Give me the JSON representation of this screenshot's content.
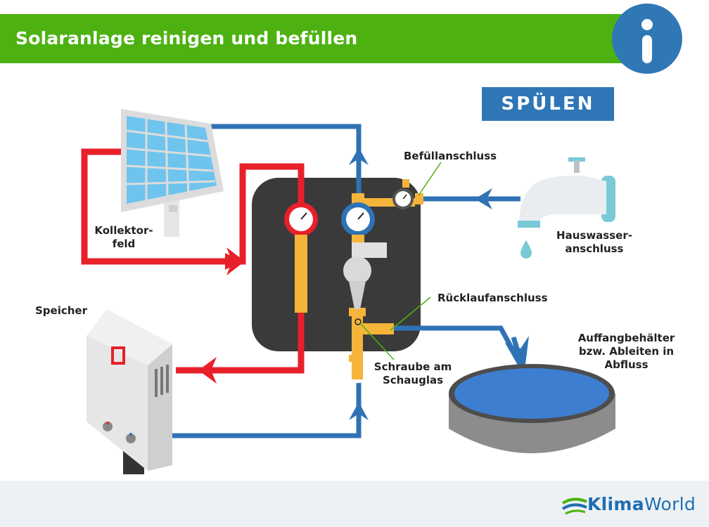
{
  "header": {
    "title": "Solaranlage reinigen und befüllen",
    "bar_color": "#4db211",
    "info_icon": "info-icon"
  },
  "mode_badge": {
    "label": "SPÜLEN",
    "color": "#2e76b5"
  },
  "labels": {
    "collector_line1": "Kollektor-",
    "collector_line2": "feld",
    "storage": "Speicher",
    "fill_connection": "Befüllanschluss",
    "house_water_line1": "Hauswasser-",
    "house_water_line2": "anschluss",
    "return_connection": "Rücklaufanschluss",
    "sightglass_line1": "Schraube am",
    "sightglass_line2": "Schauglas",
    "container_line1": "Auffangbehälter",
    "container_line2": "bzw. Ableiten in",
    "container_line3": "Abfluss"
  },
  "colors": {
    "hot_pipe": "#e8202a",
    "cold_pipe": "#2f72b5",
    "fitting": "#f5b43a",
    "station": "#3a3a3a",
    "water": "#3d7ed0"
  },
  "icons": [
    "solar-panel-icon",
    "water-tap-icon",
    "water-drop-icon",
    "storage-tank-icon",
    "pressure-gauge-icon",
    "pump-icon",
    "collection-tub-icon",
    "klimaworld-logo-icon"
  ],
  "footer": {
    "logo_part1": "Klima",
    "logo_part2": "World"
  }
}
